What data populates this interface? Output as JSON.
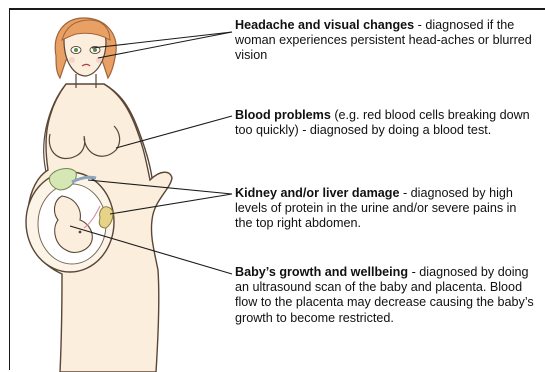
{
  "notes": [
    {
      "title": "Headache and visual changes",
      "body": " - diagnosed if the woman experiences persistent head-aches or blurred vision"
    },
    {
      "title": "Blood problems",
      "body": " (e.g. red blood cells breaking down too quickly) - diagnosed by doing a blood test."
    },
    {
      "title": "Kidney and/or liver damage",
      "body": " - diagnosed by high levels of protein in the urine and/or severe pains in the top right abdomen."
    },
    {
      "title": "Baby’s growth and wellbeing",
      "body": " - diagnosed by doing an ultrasound scan of the baby and placenta. Blood flow to the placenta may decrease causing the baby’s growth to become restricted."
    }
  ],
  "colors": {
    "skin": "#fbeedd",
    "hair": "#e8a064",
    "outline": "#5a4636",
    "liver": "#d6e6b4",
    "kidney": "#e6d388",
    "belt": "#8aa4bc",
    "line": "#1a1a1a"
  }
}
